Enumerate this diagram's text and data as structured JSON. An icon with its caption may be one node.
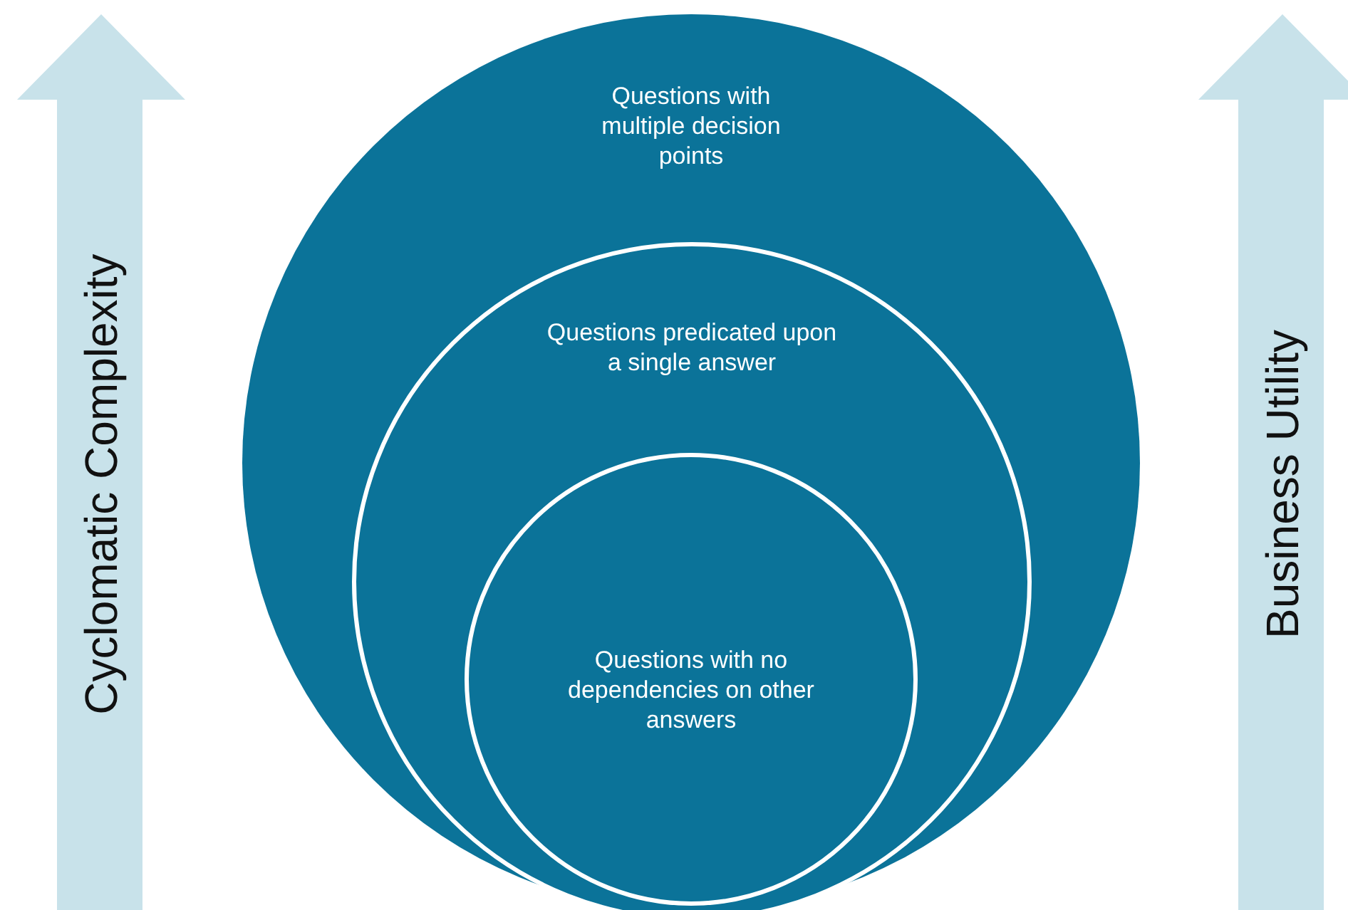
{
  "diagram": {
    "nodes": [
      {
        "text": [
          "Cyclomatic Complexity"
        ]
      },
      {
        "text": [
          "Questions with multiple decision points"
        ]
      },
      {
        "text": [
          "Questions predicated upon a single answer"
        ],
        "in": 1
      },
      {
        "text": [
          "Questions with no dependencies on other answers"
        ],
        "in": 2
      },
      {
        "text": [
          "Business Utility"
        ]
      }
    ]
  }
}
